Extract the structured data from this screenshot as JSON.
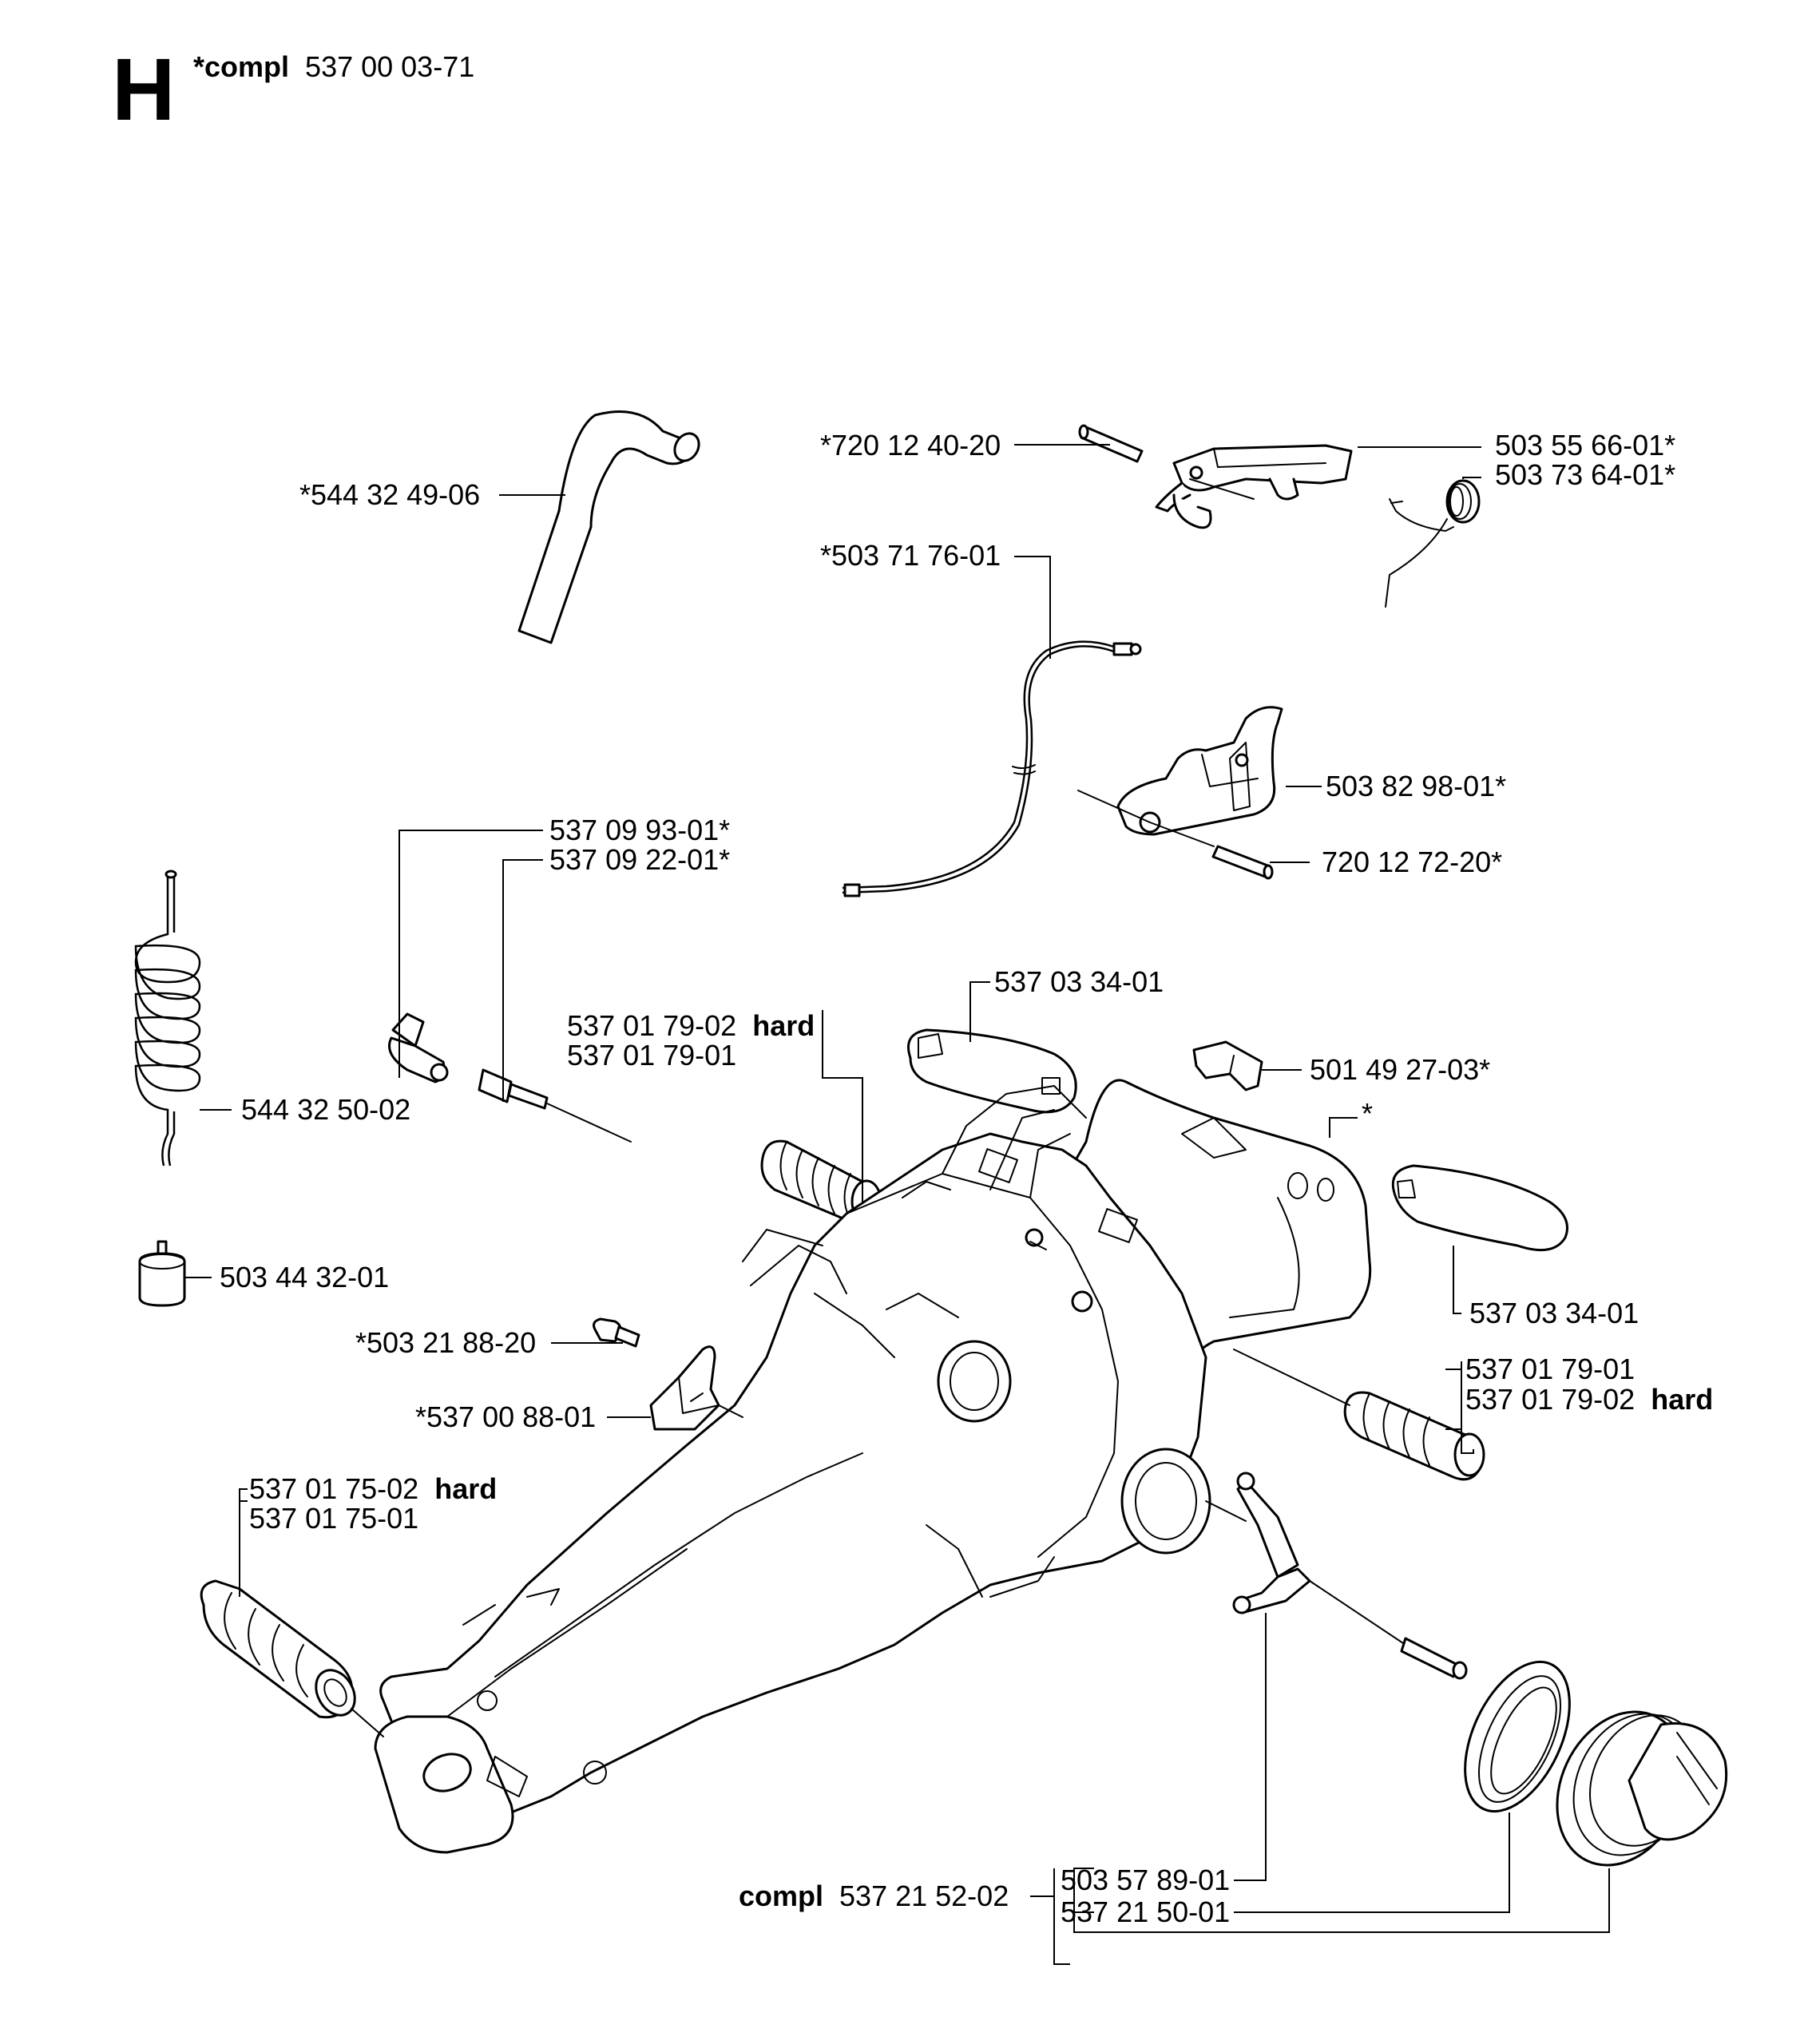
{
  "section": {
    "letter": "H",
    "prefix": "*compl",
    "number": "537 00 03-71"
  },
  "labels": {
    "hose": "*544 32 49-06",
    "pin_top": "*720 12 40-20",
    "throttle_lock": "503 55 66-01*",
    "spring_top": "503 73 64-01*",
    "cable": "*503 71 76-01",
    "throttle_trigger": "503 82 98-01*",
    "pin_trigger": "720 12 72-20*",
    "valve_a": "537 09 93-01*",
    "valve_b": "537 09 22-01*",
    "fuel_hose": "544 32 50-02",
    "filter": "503 44 32-01",
    "damper_mid_hard": "537 01 79-02",
    "damper_mid_hard_suffix": "hard",
    "damper_mid": "537 01 79-01",
    "cover_top": "537 03 34-01",
    "clip": "501 49 27-03*",
    "handle_asterisk": "*",
    "cover_right": "537 03 34-01",
    "screw": "*503 21 88-20",
    "bracket": "*537 00 88-01",
    "damper_right": "537 01 79-01",
    "damper_right_hard": "537 01 79-02",
    "damper_right_hard_suffix": "hard",
    "damper_left_hard": "537 01 75-02",
    "damper_left_hard_suffix": "hard",
    "damper_left": "537 01 75-01",
    "cap_compl_prefix": "compl",
    "cap_compl": "537 21 52-02",
    "cap_part_a": "503 57 89-01",
    "cap_part_b": "537 21 50-01"
  }
}
